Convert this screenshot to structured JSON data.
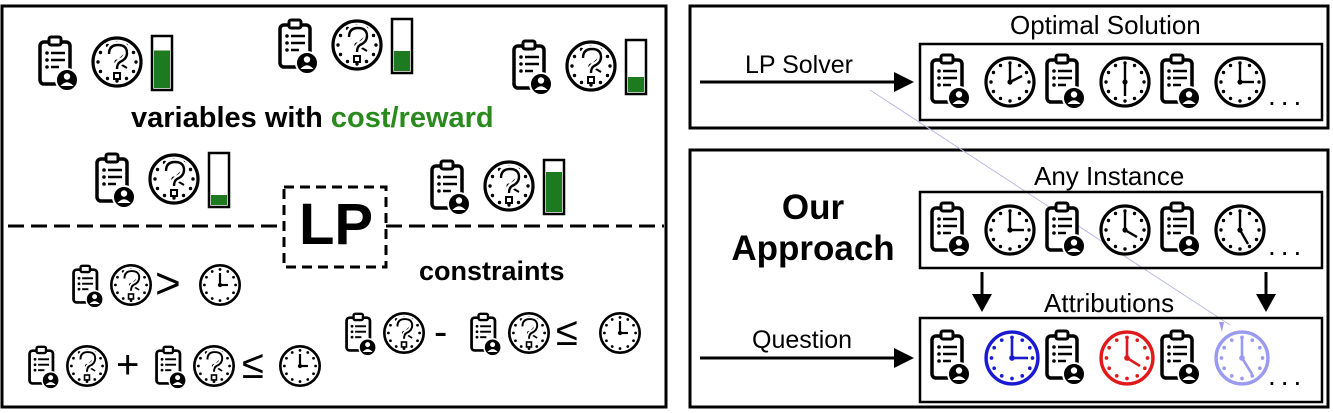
{
  "left_panel": {
    "variables_label_prefix": "variables with ",
    "variables_label_highlight": "cost/reward",
    "lp_label": "LP",
    "constraints_label": "constraints",
    "variables": [
      {
        "level": 0.75
      },
      {
        "level": 0.4
      },
      {
        "level": 0.3
      },
      {
        "level": 0.2
      },
      {
        "level": 0.8
      }
    ],
    "constraint_operators": [
      ">",
      "-",
      "≤",
      "+",
      "≤"
    ]
  },
  "top_right_panel": {
    "title": "Optimal Solution",
    "arrow_label": "LP Solver",
    "ellipsis": "..."
  },
  "bottom_right_panel": {
    "approach_line1": "Our",
    "approach_line2": "Approach",
    "instance_title": "Any Instance",
    "attributions_title": "Attributions",
    "arrow_label": "Question",
    "ellipsis_top": "...",
    "ellipsis_bottom": "..."
  },
  "colors": {
    "accent_green": "#2b8a1e",
    "bar_green": "#1e7a1e",
    "clock_blue": "#1a1ad0",
    "clock_red": "#e01a1a",
    "clock_lightblue": "#9a9af0"
  }
}
